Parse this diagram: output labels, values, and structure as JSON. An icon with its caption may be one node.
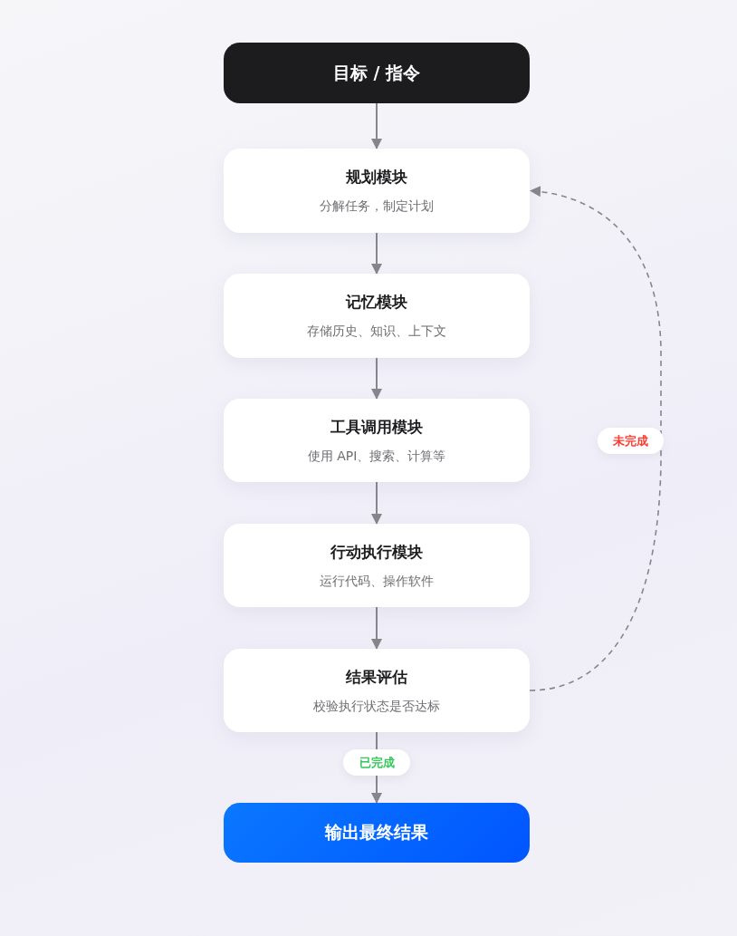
{
  "diagram": {
    "nodes": [
      {
        "text": [
          "目标 / 指令"
        ]
      },
      {
        "text": [
          "规划模块",
          "分解任务，制定计划"
        ]
      },
      {
        "text": [
          "记忆模块",
          "存储历史、知识、上下文"
        ]
      },
      {
        "text": [
          "工具调用模块",
          "使用 API、搜索、计算等"
        ]
      },
      {
        "text": [
          "行动执行模块",
          "运行代码、操作软件"
        ]
      },
      {
        "text": [
          "结果评估",
          "校验执行状态是否达标"
        ]
      },
      {
        "text": [
          "输出最终结果"
        ]
      }
    ],
    "edges": [
      {
        "from": 0,
        "to": 1,
        "arrow": "to"
      },
      {
        "from": 1,
        "to": 2,
        "arrow": "to"
      },
      {
        "from": 2,
        "to": 3,
        "arrow": "to"
      },
      {
        "from": 3,
        "to": 4,
        "arrow": "to"
      },
      {
        "from": 4,
        "to": 5,
        "arrow": "to"
      },
      {
        "from": 5,
        "to": 6,
        "arrow": "to",
        "label": "已完成"
      },
      {
        "from": 5,
        "to": 1,
        "arrow": "to",
        "label": "未完成",
        "style": "dashed"
      }
    ]
  }
}
